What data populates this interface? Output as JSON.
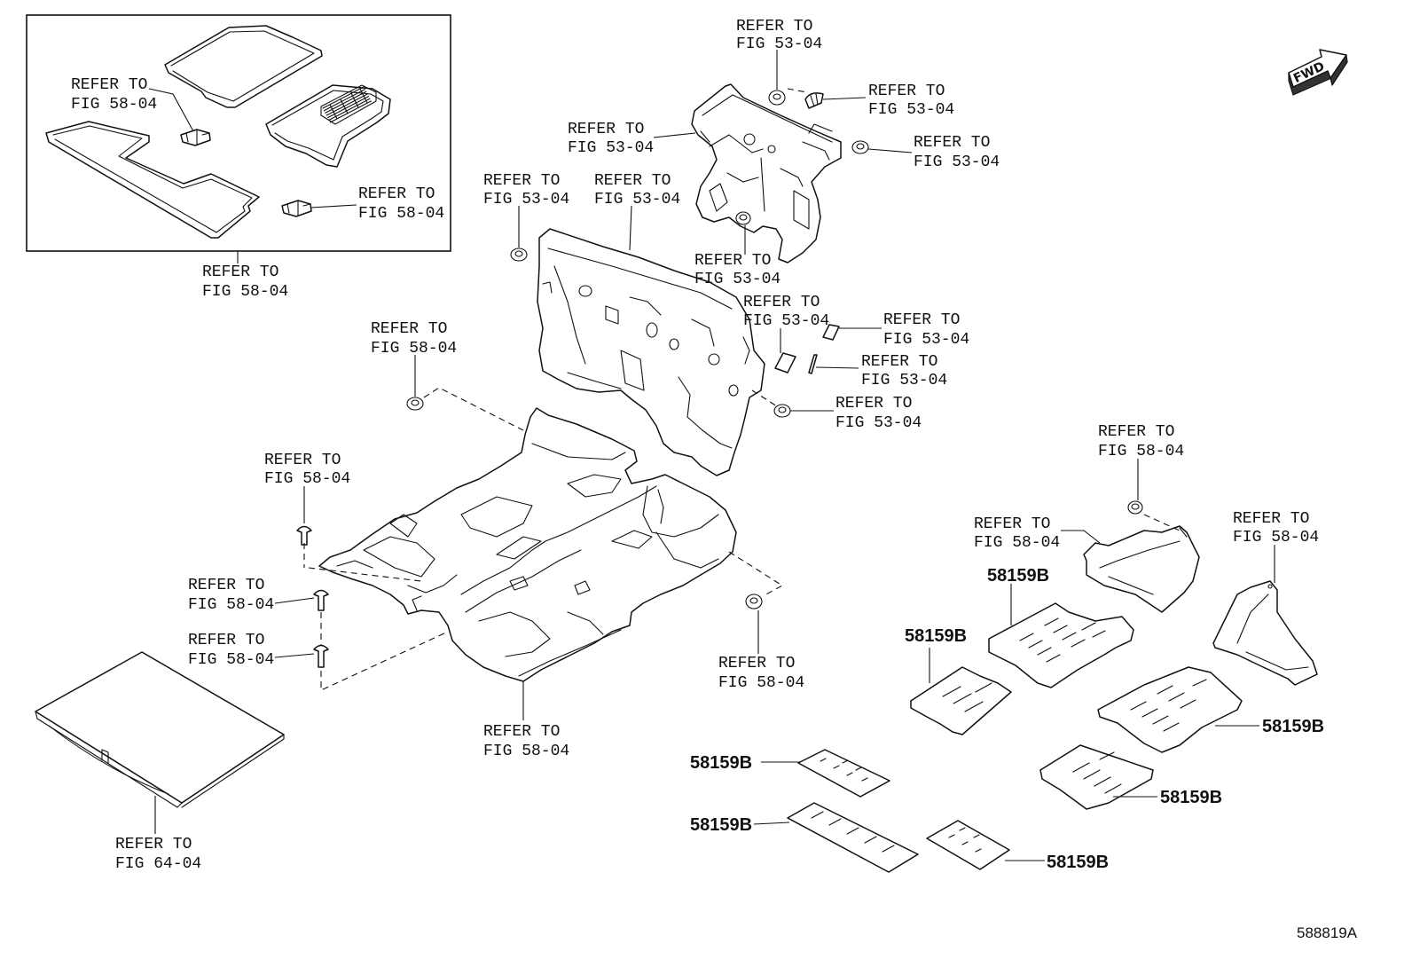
{
  "diagram_id": "588819A",
  "fwd_label": "FWD",
  "callouts": [
    {
      "refer": "REFER TO",
      "fig": "FIG 58-04"
    },
    {
      "refer": "REFER TO",
      "fig": "FIG 58-04"
    },
    {
      "refer": "REFER TO",
      "fig": "FIG 58-04"
    },
    {
      "refer": "REFER TO",
      "fig": "FIG 53-04"
    },
    {
      "refer": "REFER TO",
      "fig": "FIG 53-04"
    },
    {
      "refer": "REFER TO",
      "fig": "FIG 53-04"
    },
    {
      "refer": "REFER TO",
      "fig": "FIG 53-04"
    },
    {
      "refer": "REFER TO",
      "fig": "FIG 53-04"
    },
    {
      "refer": "REFER TO",
      "fig": "FIG 53-04"
    },
    {
      "refer": "REFER TO",
      "fig": "FIG 53-04"
    },
    {
      "refer": "REFER TO",
      "fig": "FIG 53-04"
    },
    {
      "refer": "REFER TO",
      "fig": "FIG 53-04"
    },
    {
      "refer": "REFER TO",
      "fig": "FIG 53-04"
    },
    {
      "refer": "REFER TO",
      "fig": "FIG 53-04"
    },
    {
      "refer": "REFER TO",
      "fig": "FIG 58-04"
    },
    {
      "refer": "REFER TO",
      "fig": "FIG 58-04"
    },
    {
      "refer": "REFER TO",
      "fig": "FIG 58-04"
    },
    {
      "refer": "REFER TO",
      "fig": "FIG 58-04"
    },
    {
      "refer": "REFER TO",
      "fig": "FIG 58-04"
    },
    {
      "refer": "REFER TO",
      "fig": "FIG 58-04"
    },
    {
      "refer": "REFER TO",
      "fig": "FIG 64-04"
    },
    {
      "refer": "REFER TO",
      "fig": "FIG 58-04"
    },
    {
      "refer": "REFER TO",
      "fig": "FIG 58-04"
    },
    {
      "refer": "REFER TO",
      "fig": "FIG 58-04"
    }
  ],
  "part_numbers": [
    "58159B",
    "58159B",
    "58159B",
    "58159B",
    "58159B",
    "58159B",
    "58159B"
  ]
}
